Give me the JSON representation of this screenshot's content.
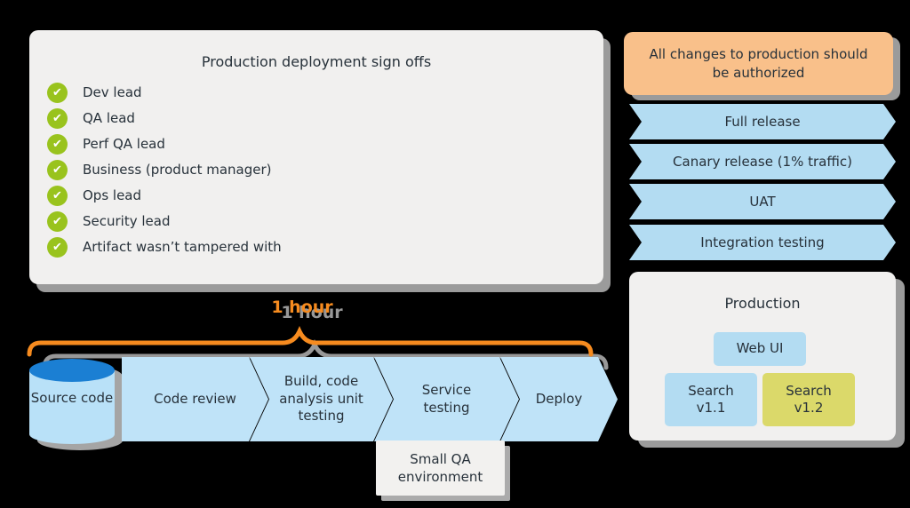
{
  "colors": {
    "background": "#000000",
    "panel_gray": "#f1f0ef",
    "ribbon_blue": "#b3dcf2",
    "arrow_blue": "#bfe3f8",
    "cylinder_top_blue": "#1b7fd3",
    "note_orange": "#f9c08a",
    "accent_orange": "#f68b1f",
    "check_green": "#99c31d",
    "highlight_yellow": "#dbd96a",
    "shadow_gray": "#9b9b9b"
  },
  "icons": {
    "check_glyph": "✔"
  },
  "signoff_panel": {
    "title": "Production deployment sign offs",
    "items": [
      "Dev lead",
      "QA lead",
      "Perf QA lead",
      "Business (product manager)",
      "Ops lead",
      "Security lead",
      "Artifact wasn’t tampered with"
    ]
  },
  "policy_note": {
    "text": "All changes to production should be authorized"
  },
  "release_stages": [
    "Full release",
    "Canary release (1% traffic)",
    "UAT",
    "Integration testing"
  ],
  "pipeline": {
    "duration_label": "1 hour",
    "source_store": "Source code",
    "stages": [
      "Code review",
      "Build, code analysis unit testing",
      "Service testing",
      "Deploy"
    ],
    "qa_environment": "Small QA environment"
  },
  "production_panel": {
    "title": "Production",
    "web_ui": "Web UI",
    "search_v11": "Search v1.1",
    "search_v12": "Search v1.2"
  }
}
